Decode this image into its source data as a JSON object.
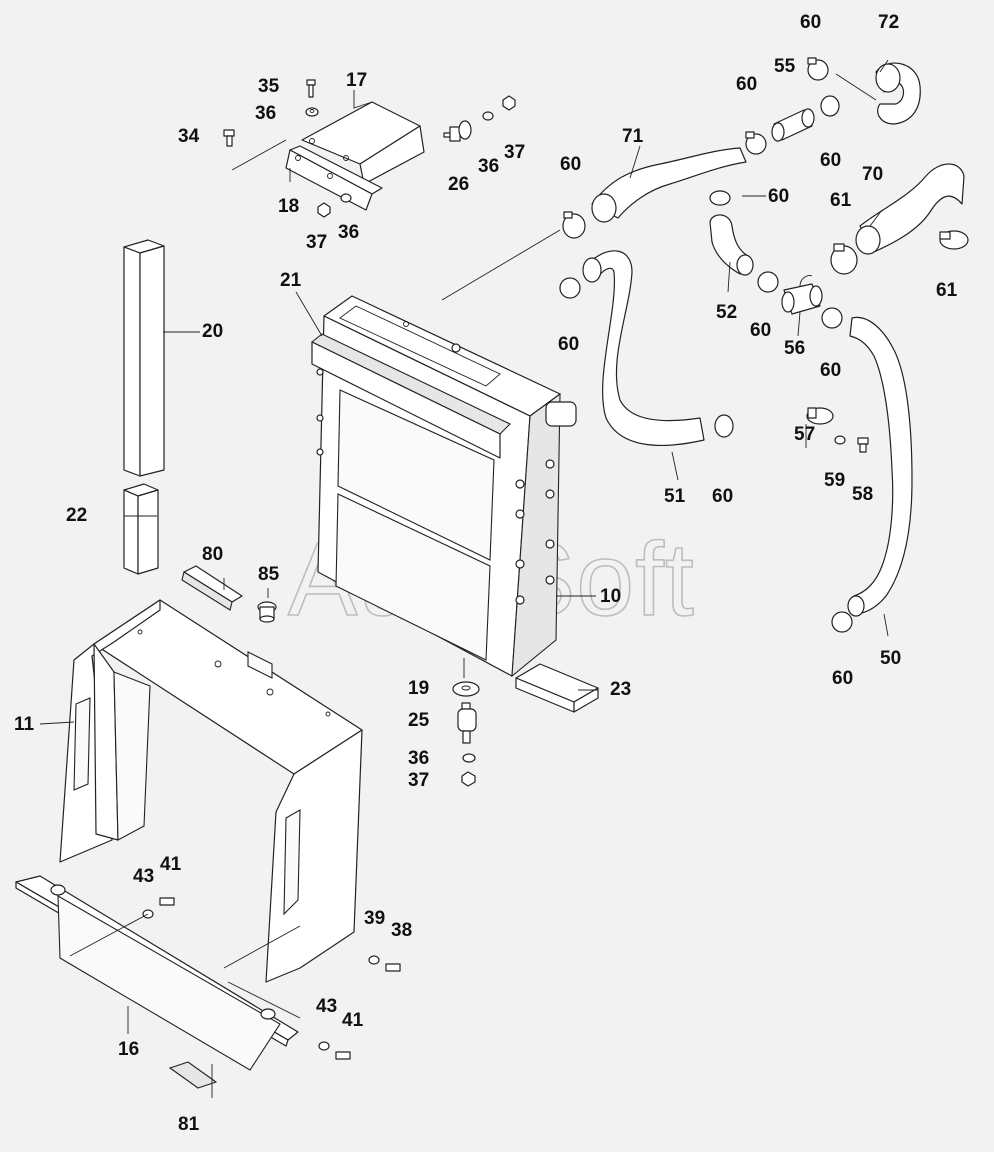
{
  "watermark": "AutoSoft",
  "callouts": [
    {
      "id": "c-35",
      "text": "35"
    },
    {
      "id": "c-17",
      "text": "17"
    },
    {
      "id": "c-36a",
      "text": "36"
    },
    {
      "id": "c-34",
      "text": "34"
    },
    {
      "id": "c-26",
      "text": "26"
    },
    {
      "id": "c-36b",
      "text": "36"
    },
    {
      "id": "c-37a",
      "text": "37"
    },
    {
      "id": "c-18",
      "text": "18"
    },
    {
      "id": "c-37b",
      "text": "37"
    },
    {
      "id": "c-36c",
      "text": "36"
    },
    {
      "id": "c-21",
      "text": "21"
    },
    {
      "id": "c-20",
      "text": "20"
    },
    {
      "id": "c-22",
      "text": "22"
    },
    {
      "id": "c-80",
      "text": "80"
    },
    {
      "id": "c-85",
      "text": "85"
    },
    {
      "id": "c-11",
      "text": "11"
    },
    {
      "id": "c-10",
      "text": "10"
    },
    {
      "id": "c-19",
      "text": "19"
    },
    {
      "id": "c-23",
      "text": "23"
    },
    {
      "id": "c-25",
      "text": "25"
    },
    {
      "id": "c-36d",
      "text": "36"
    },
    {
      "id": "c-37c",
      "text": "37"
    },
    {
      "id": "c-43a",
      "text": "43"
    },
    {
      "id": "c-41a",
      "text": "41"
    },
    {
      "id": "c-39",
      "text": "39"
    },
    {
      "id": "c-38",
      "text": "38"
    },
    {
      "id": "c-43b",
      "text": "43"
    },
    {
      "id": "c-41b",
      "text": "41"
    },
    {
      "id": "c-16",
      "text": "16"
    },
    {
      "id": "c-81",
      "text": "81"
    },
    {
      "id": "c-60a",
      "text": "60"
    },
    {
      "id": "c-72",
      "text": "72"
    },
    {
      "id": "c-55",
      "text": "55"
    },
    {
      "id": "c-60b",
      "text": "60"
    },
    {
      "id": "c-71",
      "text": "71"
    },
    {
      "id": "c-60c",
      "text": "60"
    },
    {
      "id": "c-60d",
      "text": "60"
    },
    {
      "id": "c-60e",
      "text": "60"
    },
    {
      "id": "c-70",
      "text": "70"
    },
    {
      "id": "c-61a",
      "text": "61"
    },
    {
      "id": "c-61b",
      "text": "61"
    },
    {
      "id": "c-60f",
      "text": "60"
    },
    {
      "id": "c-52",
      "text": "52"
    },
    {
      "id": "c-60g",
      "text": "60"
    },
    {
      "id": "c-56",
      "text": "56"
    },
    {
      "id": "c-60h",
      "text": "60"
    },
    {
      "id": "c-57",
      "text": "57"
    },
    {
      "id": "c-59",
      "text": "59"
    },
    {
      "id": "c-58",
      "text": "58"
    },
    {
      "id": "c-51",
      "text": "51"
    },
    {
      "id": "c-60i",
      "text": "60"
    },
    {
      "id": "c-60j",
      "text": "60"
    },
    {
      "id": "c-50",
      "text": "50"
    }
  ]
}
